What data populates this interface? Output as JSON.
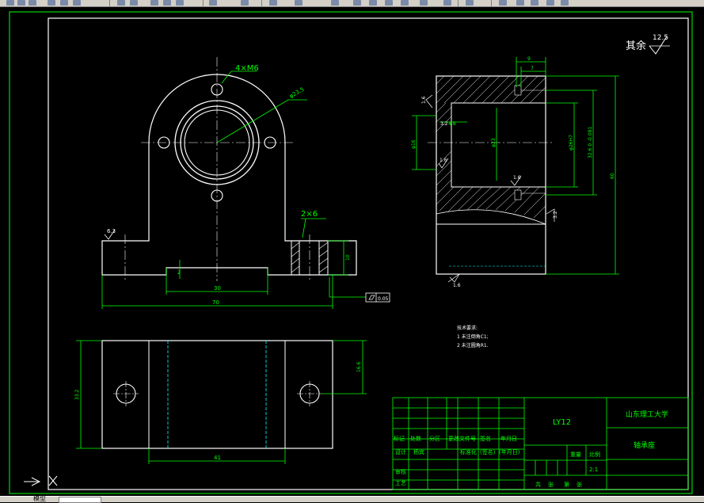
{
  "drawing": {
    "surface_note": "其余",
    "surface_value": "12.5",
    "front_view": {
      "holes_label": "4×M6",
      "dia_label": "φ23.5",
      "chamfer_label": "2×6",
      "roughness_left": "6.3",
      "dim_width": "70",
      "dim_bottom": "30",
      "dim_small": "2",
      "dim_right": "10",
      "flatness_value": "0.05"
    },
    "side_view": {
      "dim_top1": "9",
      "dim_top2": "7",
      "roughness_top": "1.6",
      "dim_left_dia": "φ16",
      "roughness_a": "3.2",
      "dim_chamfer": "4.8",
      "roughness_b": "1.6",
      "dim_center": "φ23",
      "dim_bore": "φ26H7",
      "dim_outer": "32.6 0 -0.081",
      "dim_height": "60",
      "roughness_c": "1.6",
      "roughness_d": "3.2",
      "roughness_bottom": "1.6"
    },
    "top_view": {
      "dim_height": "33.2",
      "dim_right": "16.6",
      "dim_bottom": "41"
    },
    "tech_notes": {
      "title": "技术要求:",
      "line1": "1  未注倒角C1;",
      "line2": "2  未注圆角R1."
    },
    "title_block": {
      "material": "LY12",
      "school": "山东理工大学",
      "part_name": "轴承座",
      "header_cells": [
        "标记",
        "处数",
        "分区",
        "更改文件号",
        "签名",
        "年月日"
      ],
      "row_design": "设计",
      "row_design2": "杨宾",
      "row_std": "标准化",
      "row_std_sign": "(签名)",
      "row_std_date": "(年月日)",
      "row_check": "审核",
      "row_process": "工艺",
      "weight": "重量",
      "scale": "比例",
      "scale_value": "2:1",
      "sheets_total": "共",
      "sheets_label": "张",
      "sheet_no": "第",
      "sheet_label": "张"
    }
  },
  "statusbar": {
    "model_tab": "模型"
  },
  "colors": {
    "background": "#000000",
    "lines": "#ffffff",
    "dimension": "#00ff00",
    "border": "#00ff00",
    "hidden": "#00ffff"
  }
}
